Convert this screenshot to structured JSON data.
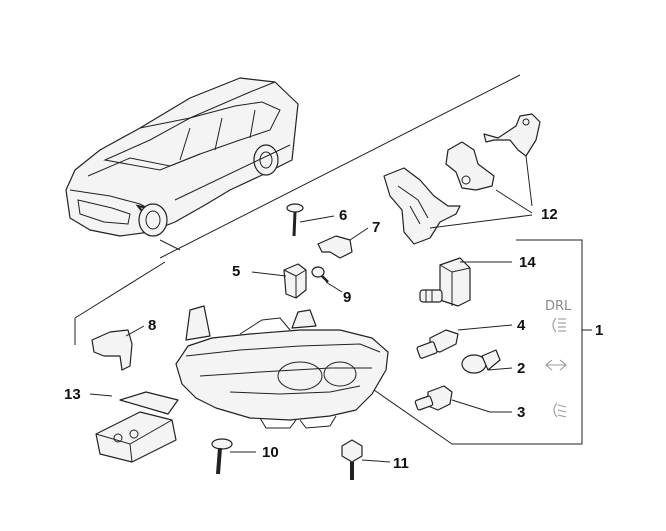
{
  "diagram": {
    "callouts": [
      {
        "id": "1",
        "label": "1"
      },
      {
        "id": "2",
        "label": "2"
      },
      {
        "id": "3",
        "label": "3"
      },
      {
        "id": "4",
        "label": "4"
      },
      {
        "id": "5",
        "label": "5"
      },
      {
        "id": "6",
        "label": "6"
      },
      {
        "id": "7",
        "label": "7"
      },
      {
        "id": "8",
        "label": "8"
      },
      {
        "id": "9",
        "label": "9"
      },
      {
        "id": "10",
        "label": "10"
      },
      {
        "id": "11",
        "label": "11"
      },
      {
        "id": "12",
        "label": "12"
      },
      {
        "id": "13",
        "label": "13"
      },
      {
        "id": "14",
        "label": "14"
      }
    ],
    "symbols": {
      "drl_text": "DRL",
      "drl_icon": "daytime-running-light-icon",
      "indicator_icon": "turn-indicator-icon",
      "low_beam_icon": "low-beam-icon"
    },
    "colors": {
      "line": "#222222",
      "symbol_grey": "#8a8a8a",
      "background": "#ffffff"
    }
  }
}
